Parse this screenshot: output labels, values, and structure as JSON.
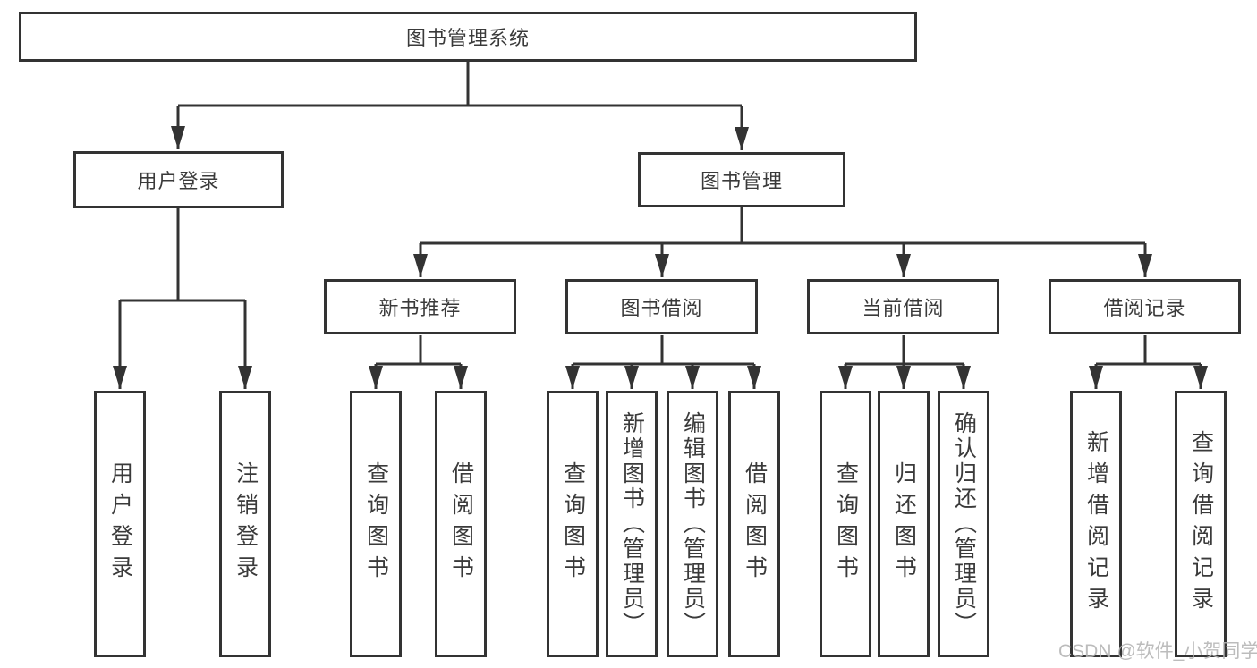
{
  "colors": {
    "line": "#333333",
    "text": "#3a3a3a",
    "bg": "#ffffff",
    "watermark": "#b5b5b5"
  },
  "watermark": {
    "text": "CSDN @软件_小贺同学"
  },
  "tree": {
    "root": "图书管理系统",
    "level2": [
      "用户登录",
      "图书管理"
    ],
    "level3": [
      "新书推荐",
      "图书借阅",
      "当前借阅",
      "借阅记录"
    ],
    "leaves": {
      "user_login": [
        "用户登录",
        "注销登录"
      ],
      "new_book": [
        "查询图书",
        "借阅图书"
      ],
      "book_borrow": [
        "查询图书",
        "新增图书（管理员）",
        "编辑图书（管理员）",
        "借阅图书"
      ],
      "current_borrow": [
        "查询图书",
        "归还图书",
        "确认归还（管理员）"
      ],
      "borrow_records": [
        "新增借阅记录",
        "查询借阅记录"
      ]
    }
  }
}
